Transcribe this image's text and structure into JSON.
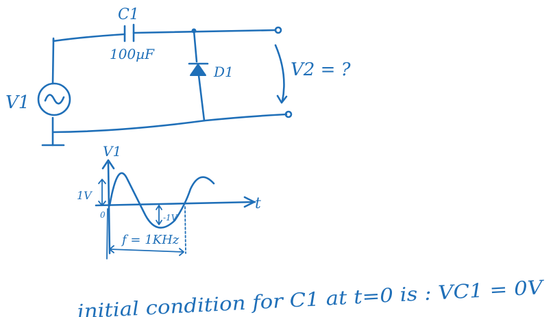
{
  "labels": {
    "c1_name": "C1",
    "c1_value": "100µF",
    "v1_name": "V1",
    "diode_name": "D1",
    "v2_question": "V2 = ?",
    "axis_v1": "V1",
    "axis_t": "t",
    "amp_pos": "1V",
    "amp_neg": "-1V",
    "origin": "0",
    "frequency": "f = 1KHz",
    "initial_condition": "initial condition for C1 at t=0 is : VC1 = 0V"
  },
  "colors": {
    "ink": "#1f6fb8",
    "background": "#ffffff"
  }
}
